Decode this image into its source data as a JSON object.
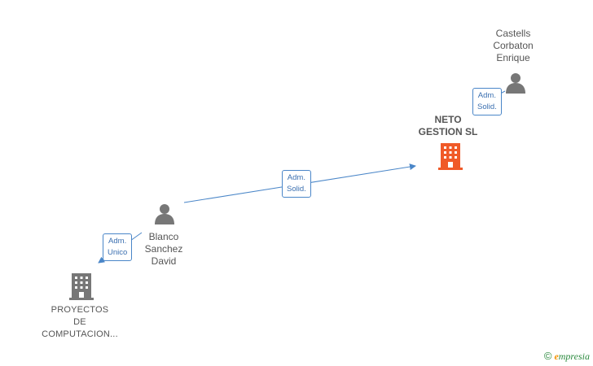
{
  "nodes": {
    "castells": {
      "label": "Castells\nCorbaton\nEnrique",
      "icon": "person-icon"
    },
    "neto": {
      "label": "NETO\nGESTION  SL",
      "icon": "building-icon",
      "color": "#f05a28"
    },
    "blanco": {
      "label": "Blanco\nSanchez\nDavid",
      "icon": "person-icon"
    },
    "proyectos": {
      "label": "PROYECTOS\nDE\nCOMPUTACION...",
      "icon": "building-icon",
      "color": "#777777"
    }
  },
  "edges": {
    "castells_neto": {
      "label": "Adm.\nSolid."
    },
    "blanco_neto": {
      "label": "Adm.\nSolid."
    },
    "blanco_proyectos": {
      "label": "Adm.\nUnico"
    }
  },
  "colors": {
    "edge": "#4a86c8",
    "person": "#777777"
  },
  "footer": {
    "copyright": "©",
    "brand_initial": "e",
    "brand_rest": "mpresia"
  }
}
